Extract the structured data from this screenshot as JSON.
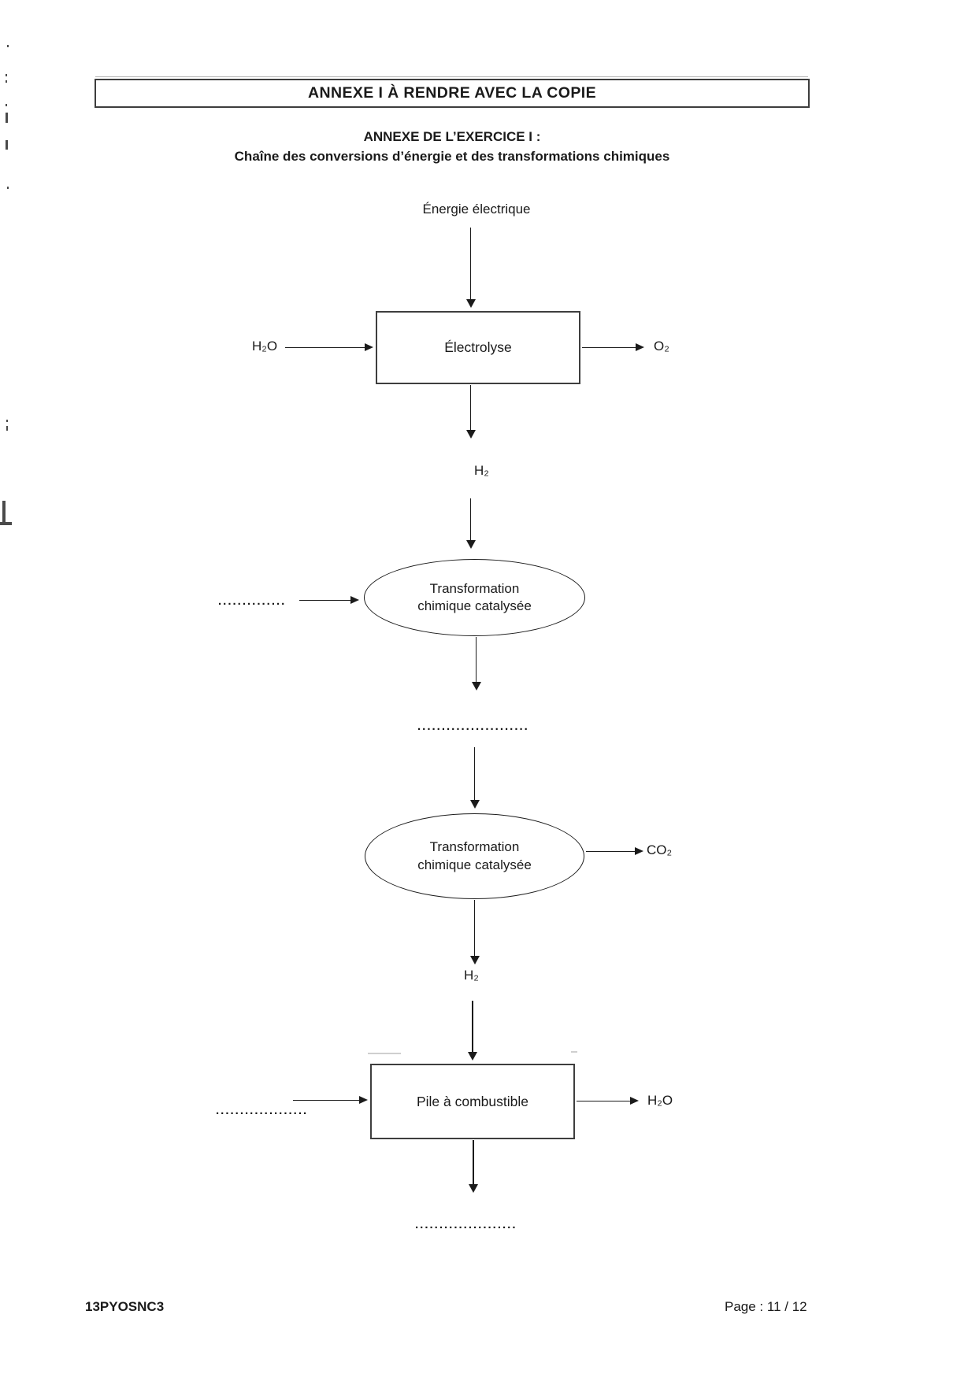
{
  "header": {
    "box_title": "ANNEXE I À RENDRE AVEC LA COPIE"
  },
  "subtitle": {
    "line1": "ANNEXE DE L’EXERCICE I :",
    "line2": "Chaîne des conversions d’énergie et des transformations chimiques"
  },
  "flowchart": {
    "energy_input": "Énergie électrique",
    "electrolysis": {
      "label": "Électrolyse",
      "left_input": "H₂O",
      "right_output": "O₂",
      "bottom_output": "H₂"
    },
    "catalyzed1": {
      "line1": "Transformation",
      "line2": "chimique catalysée",
      "left_blank": "..............",
      "bottom_blank": "......................."
    },
    "catalyzed2": {
      "line1": "Transformation",
      "line2": "chimique catalysée",
      "right_output": "CO₂",
      "bottom_output": "H₂"
    },
    "fuel_cell": {
      "label": "Pile à combustible",
      "left_blank": "...................",
      "right_output": "H₂O",
      "bottom_blank": "....................."
    }
  },
  "footer": {
    "code": "13PYOSNC3",
    "page": "Page : 11 / 12"
  }
}
